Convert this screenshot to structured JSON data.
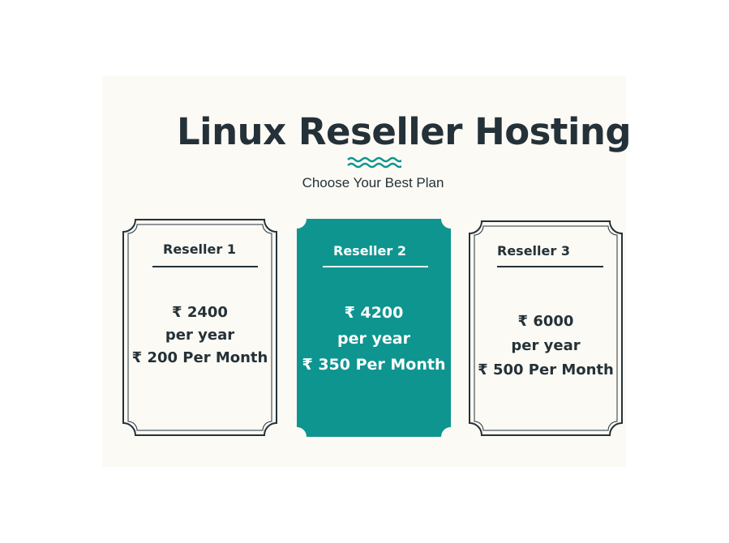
{
  "title": "Linux Reseller Hosting",
  "subtitle": "Choose Your Best Plan",
  "colors": {
    "background": "#fbfaf4",
    "dark_text": "#253138",
    "accent_teal": "#0e9590",
    "card_text_on_teal": "#ffffff"
  },
  "icons": {
    "divider": "wave-divider-icon"
  },
  "plans": [
    {
      "name": "Reseller 1",
      "price": "₹ 2400",
      "period": "per year",
      "monthly": "₹ 200 Per Month"
    },
    {
      "name": "Reseller 2",
      "price": "₹ 4200",
      "period": "per year",
      "monthly": "₹ 350 Per Month"
    },
    {
      "name": "Reseller 3",
      "price": "₹ 6000",
      "period": "per year",
      "monthly": "₹ 500 Per Month"
    }
  ]
}
